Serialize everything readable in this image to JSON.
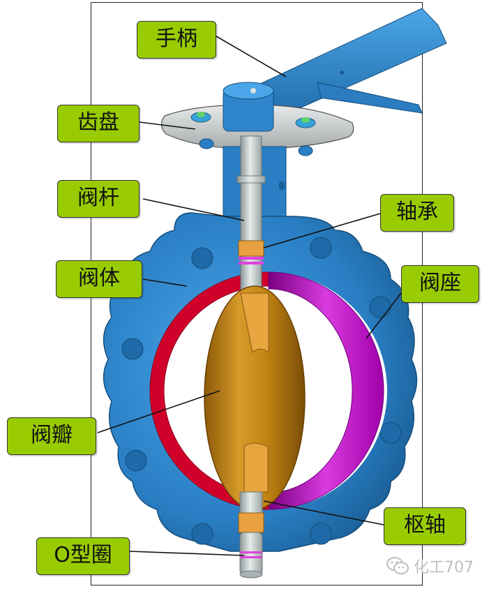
{
  "labels": {
    "handle": "手柄",
    "gear_plate": "齿盘",
    "stem": "阀杆",
    "bearing": "轴承",
    "body": "阀体",
    "seat": "阀座",
    "disc": "阀瓣",
    "pivot_shaft": "枢轴",
    "o_ring": "O型圈"
  },
  "watermark": {
    "text": "化工707",
    "icon": "wechat-icon"
  },
  "colors": {
    "callout_fill": "#99cc00",
    "body_blue": "#2a7fc4",
    "seat_red": "#d1002a",
    "seat_magenta": "#c000c0",
    "disc_gold": "#c98a1a",
    "stem_grey": "#c8cfcf",
    "bearing_orange": "#e8a040",
    "oring_pink": "#e040e0"
  }
}
